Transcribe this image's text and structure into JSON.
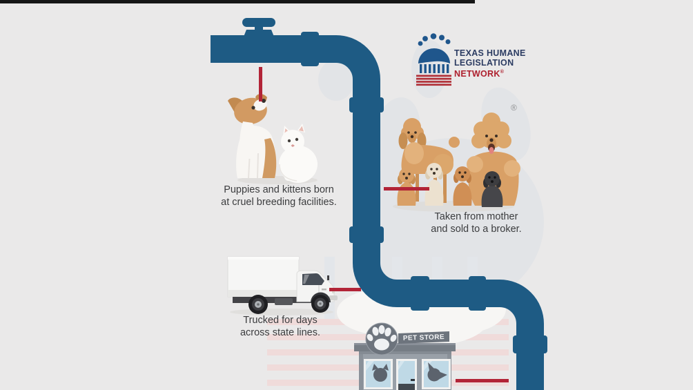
{
  "page": {
    "background_color": "#eae9e9",
    "top_bar_color": "#161616"
  },
  "logo": {
    "line1": "TEXAS HUMANE",
    "line2": "LEGISLATION",
    "line3": "NETWORK",
    "registered_mark": "®",
    "navy_color": "#2c3c62",
    "red_color": "#ae202e"
  },
  "pipeline": {
    "pipe_color": "#1e5b84",
    "connector_color": "#b22437"
  },
  "captions": [
    {
      "line1": "Puppies and kittens born",
      "line2": "at cruel breeding facilities."
    },
    {
      "line1": "Taken from mother",
      "line2": "and sold to a broker."
    },
    {
      "line1": "Trucked for days",
      "line2": "across state lines."
    }
  ],
  "pet_store": {
    "sign_text": "PET STORE"
  },
  "poodles": {
    "registered_mark": "®"
  }
}
